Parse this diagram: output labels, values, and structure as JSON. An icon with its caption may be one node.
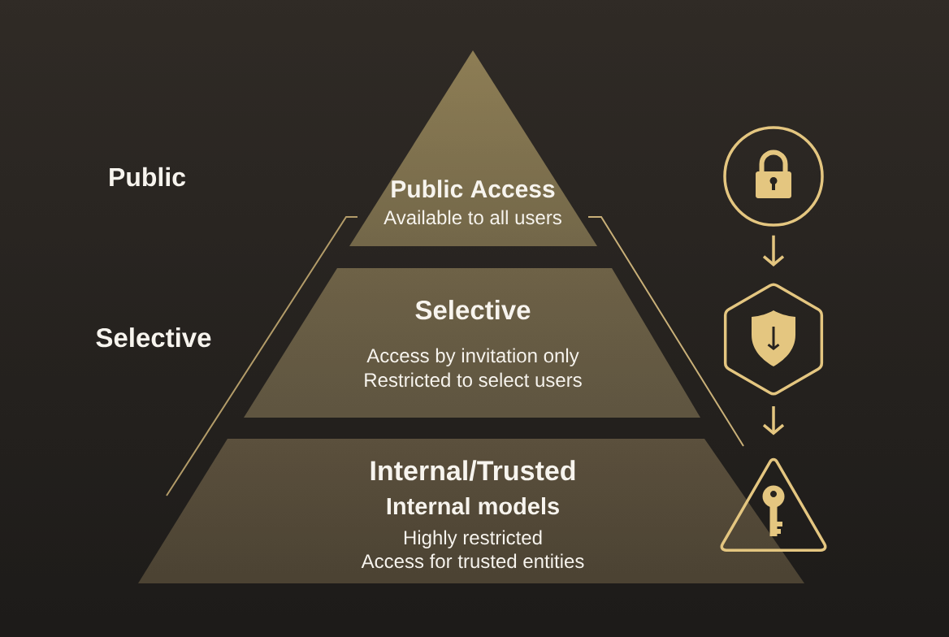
{
  "diagram": {
    "nodes": [
      {
        "text": [
          "Public Access",
          "Available to all users"
        ]
      },
      {
        "text": [
          "Selective",
          "Access by invitation only Restricted to select users"
        ]
      },
      {
        "text": [
          "Internal/Trusted",
          "Internal models",
          "Highly restricted Access for trusted entities"
        ]
      },
      {
        "text": [],
        "shape": "circle"
      },
      {
        "text": [],
        "shape": "hexagon"
      },
      {
        "text": [],
        "shape": "triangle"
      }
    ],
    "edges": [
      {
        "from": 3,
        "to": 4,
        "arrow": "to"
      },
      {
        "from": 4,
        "to": 5,
        "arrow": "to"
      }
    ],
    "labels": [
      "Public",
      "Selective"
    ]
  }
}
